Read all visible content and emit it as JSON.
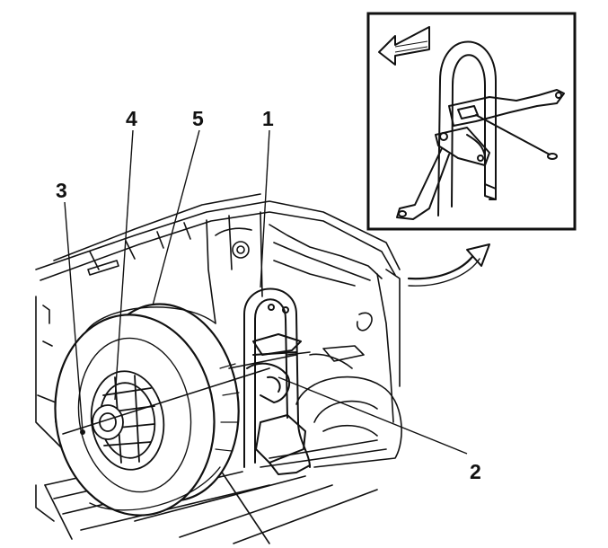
{
  "diagram": {
    "callouts": [
      {
        "id": "callout-1",
        "label": "1"
      },
      {
        "id": "callout-2",
        "label": "2"
      },
      {
        "id": "callout-3",
        "label": "3"
      },
      {
        "id": "callout-4",
        "label": "4"
      },
      {
        "id": "callout-5",
        "label": "5"
      }
    ],
    "colors": {
      "ink": "#111111",
      "paper": "#ffffff"
    }
  }
}
